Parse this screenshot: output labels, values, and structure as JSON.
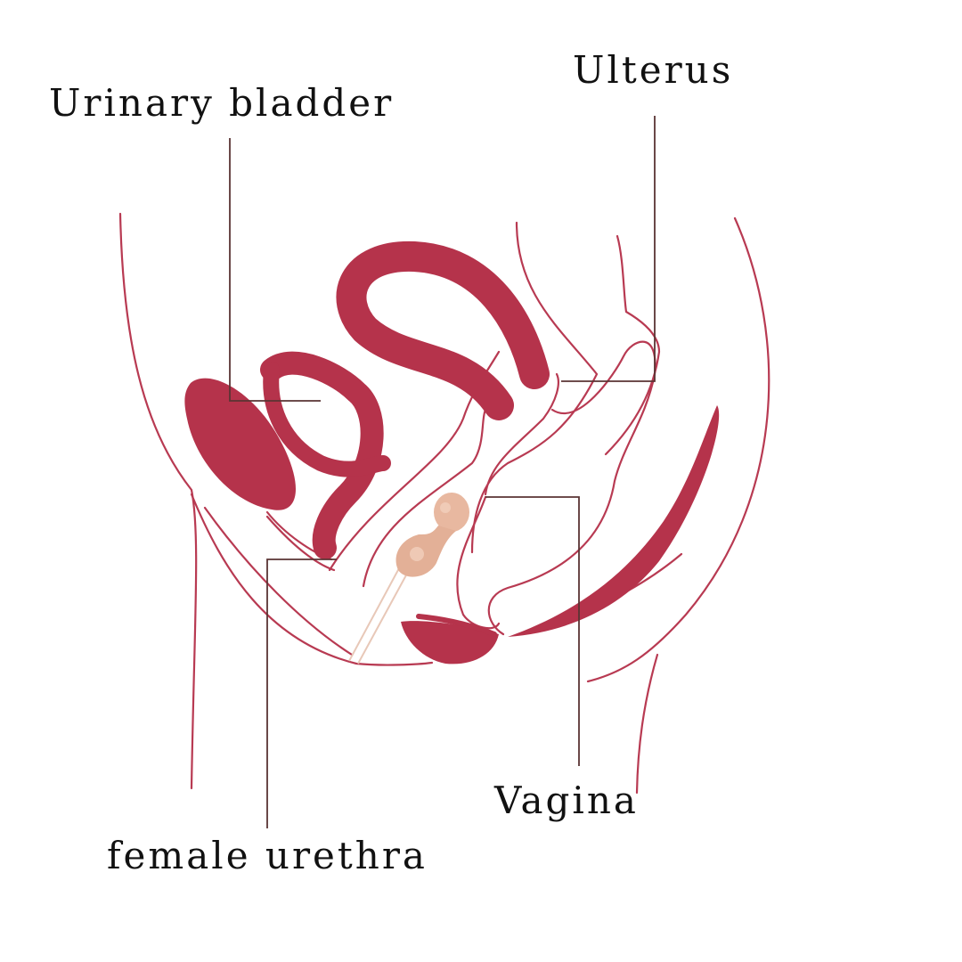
{
  "title": "Female pelvic anatomy with inserted device",
  "labels": {
    "urinary_bladder": "Urinary bladder",
    "uterus": "Ulterus",
    "vagina": "Vagina",
    "urethra": "female urethra"
  },
  "colors": {
    "organ": "#b5334b",
    "outline": "#b83a52",
    "leader": "#5a3434",
    "device": "#e8b8a0"
  }
}
